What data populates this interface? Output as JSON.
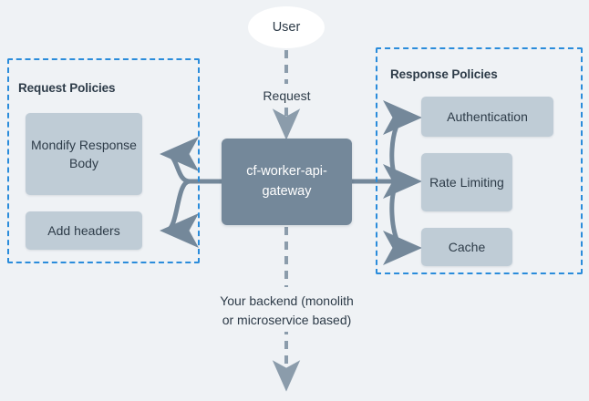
{
  "diagram": {
    "title": "cf-worker-api-gateway request/response policy flow",
    "background_color": "#eff2f5",
    "accent_dashed_color": "#2a8cdb",
    "node_fill_color": "#bfccd6",
    "gateway_fill_color": "#74889a",
    "connector_color": "#74889a",
    "text_color": "#2d3b48"
  },
  "user": {
    "label": "User"
  },
  "gateway": {
    "label": "cf-worker-api-gateway"
  },
  "edges": {
    "request_label": "Request",
    "backend_label": "Your backend (monolith\nor microservice based)"
  },
  "request_policies": {
    "title": "Request Policies",
    "items": [
      {
        "label": "Mondify\nResponse\nBody"
      },
      {
        "label": "Add headers"
      }
    ]
  },
  "response_policies": {
    "title": "Response Policies",
    "items": [
      {
        "label": "Authentication"
      },
      {
        "label": "Rate\nLimiting"
      },
      {
        "label": "Cache"
      }
    ]
  }
}
